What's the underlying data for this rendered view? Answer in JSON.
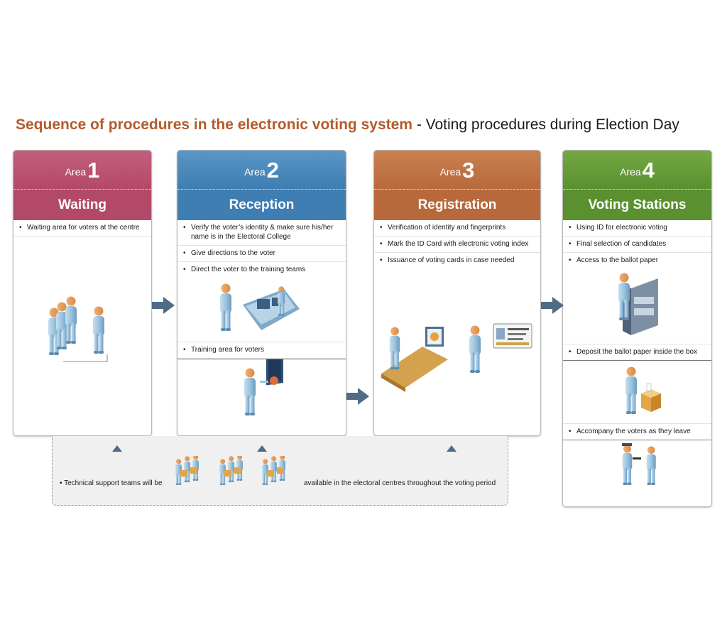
{
  "title": {
    "main": "Sequence of procedures in the electronic voting system",
    "sub": "- Voting procedures during Election Day"
  },
  "area_prefix": "Area",
  "areas": [
    {
      "number": "1",
      "name": "Waiting",
      "color": "#b34968",
      "items": [
        "Waiting area for voters at the centre"
      ]
    },
    {
      "number": "2",
      "name": "Reception",
      "color": "#3f7eb2",
      "items": [
        "Verify the voter’s identity & make sure his/her name is in the Electoral College",
        "Give directions to the voter",
        "Direct the voter to the training teams",
        "Training area for voters"
      ]
    },
    {
      "number": "3",
      "name": "Registration",
      "color": "#b8693c",
      "items": [
        "Verification of identity and fingerprints",
        "Mark the ID  Card with electronic voting index",
        "Issuance of voting cards in case needed"
      ]
    },
    {
      "number": "4",
      "name": "Voting Stations",
      "color": "#5a902f",
      "items": [
        "Using ID for electronic voting",
        "Final selection of candidates",
        "Access to the ballot paper",
        "Deposit the ballot paper inside the box",
        "Accompany the voters as they leave"
      ]
    }
  ],
  "support": {
    "before": "Technical support teams will be",
    "after": "available in the electoral centres throughout the voting period"
  },
  "colors": {
    "title_accent": "#b25c2c",
    "arrow": "#4f6b86",
    "figure": "#9cc3de"
  },
  "icons": [
    "person-figure-icon",
    "computer-icon",
    "id-card-icon",
    "ballot-box-icon",
    "voting-machine-icon",
    "flow-arrow-icon"
  ]
}
